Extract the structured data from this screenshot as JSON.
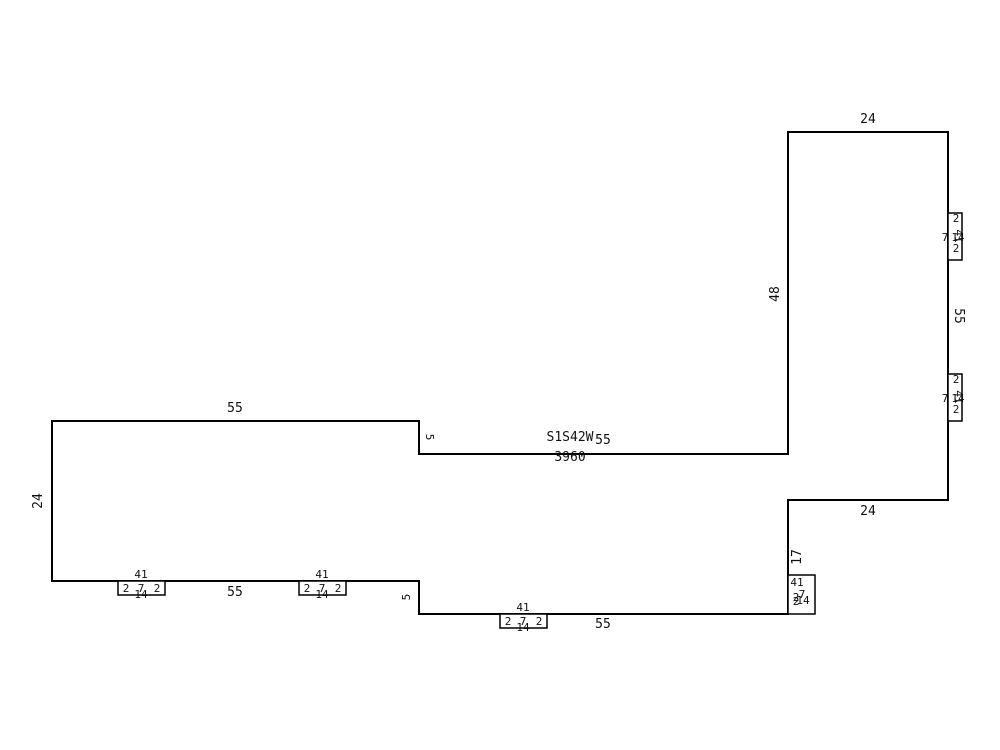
{
  "plan": {
    "name": "S1S42W",
    "area": "3960"
  },
  "dimensions": {
    "left_top": "55",
    "left_side": "24",
    "left_bottom": "55",
    "step_left": "5",
    "step_bottom": "5",
    "middle_top": "55",
    "middle_bottom": "55",
    "tower_left": "48",
    "tower_top": "24",
    "tower_right": "55",
    "tower_bottom": "24",
    "lower_right": "17"
  },
  "windows": {
    "a": {
      "top": "41",
      "bottom": "14",
      "l": "2",
      "m": "7",
      "r": "2"
    },
    "b": {
      "top": "41",
      "bottom": "14",
      "l": "2",
      "m": "7",
      "r": "2"
    },
    "c": {
      "top": "41",
      "bottom": "14",
      "l": "2",
      "m": "7",
      "r": "2"
    },
    "d": {
      "top": "41",
      "bottom": "14",
      "l": "2",
      "m": "7",
      "r": "2"
    },
    "e": {
      "top": "41",
      "bottom": "14",
      "l": "2",
      "m": "7",
      "r": "2"
    },
    "f": {
      "top": "41",
      "bottom": "14",
      "l": "2",
      "m": "7",
      "r": "2"
    }
  }
}
